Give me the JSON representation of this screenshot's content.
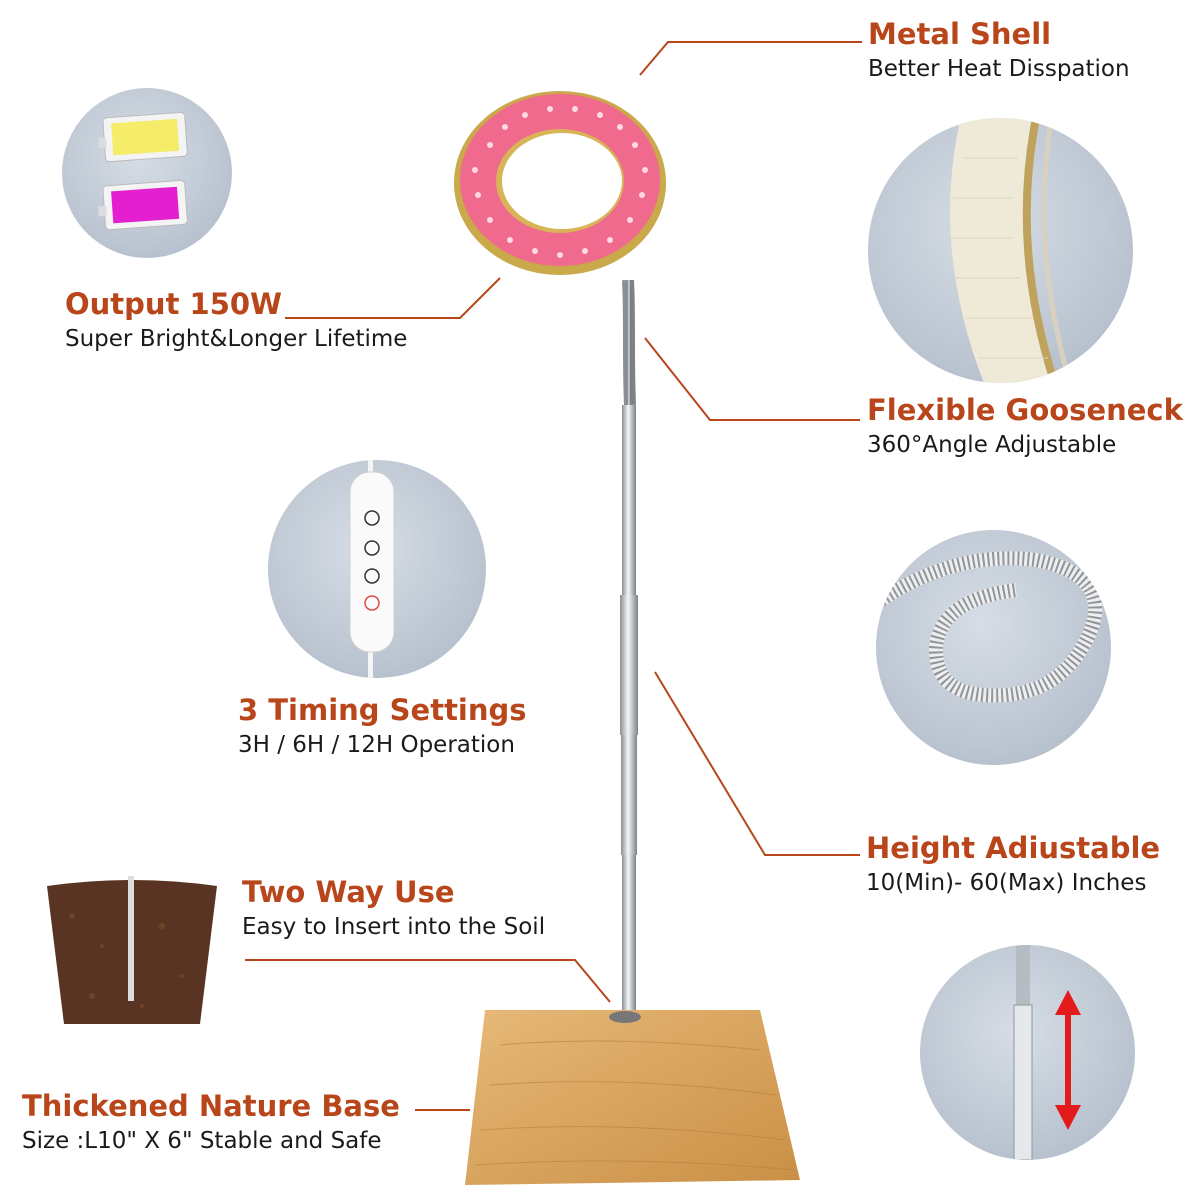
{
  "features": {
    "metal_shell": {
      "title": "Metal Shell",
      "subtitle": "Better Heat Disspation"
    },
    "output": {
      "title": "Output 150W",
      "subtitle": "Super Bright&Longer Lifetime"
    },
    "gooseneck": {
      "title": "Flexible Gooseneck",
      "subtitle": "360°Angle Adjustable"
    },
    "timing": {
      "title": "3 Timing Settings",
      "subtitle": "3H / 6H / 12H Operation"
    },
    "height": {
      "title": "Height Adiustable",
      "subtitle": "10(Min)- 60(Max) Inches"
    },
    "two_way": {
      "title": "Two Way Use",
      "subtitle": "Easy to Insert into the Soil"
    },
    "base": {
      "title": "Thickened Nature Base",
      "subtitle": "Size :L10\" X 6\"  Stable and Safe"
    }
  },
  "colors": {
    "title": "#b8461a",
    "subtitle": "#1a1a1a",
    "leader_line": "#b8461a",
    "circle_bg": "#b9c3cf",
    "ring_gold": "#c9a94a",
    "led_pink": "#f06a8e",
    "wood": "#d9a35c",
    "arrow_red": "#e31b1b"
  },
  "icons": {
    "led_chips": "led-chips-icon",
    "ring_closeup": "ring-closeup-icon",
    "controller": "timer-controller-icon",
    "gooseneck_coil": "gooseneck-coil-icon",
    "height_arrow": "height-arrow-icon",
    "soil_pot": "soil-pot-icon"
  }
}
